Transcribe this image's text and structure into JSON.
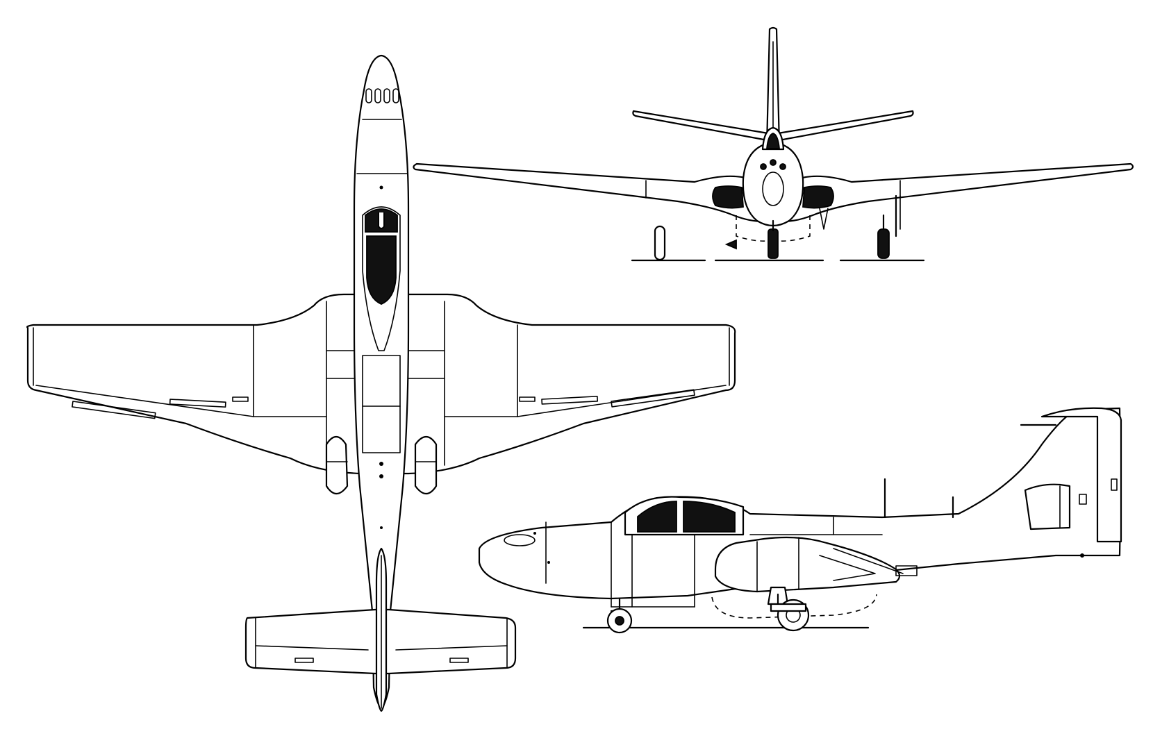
{
  "drawing": {
    "views": [
      "top-view",
      "front-view",
      "side-view"
    ],
    "line_color": "#000000",
    "background_color": "#ffffff"
  }
}
